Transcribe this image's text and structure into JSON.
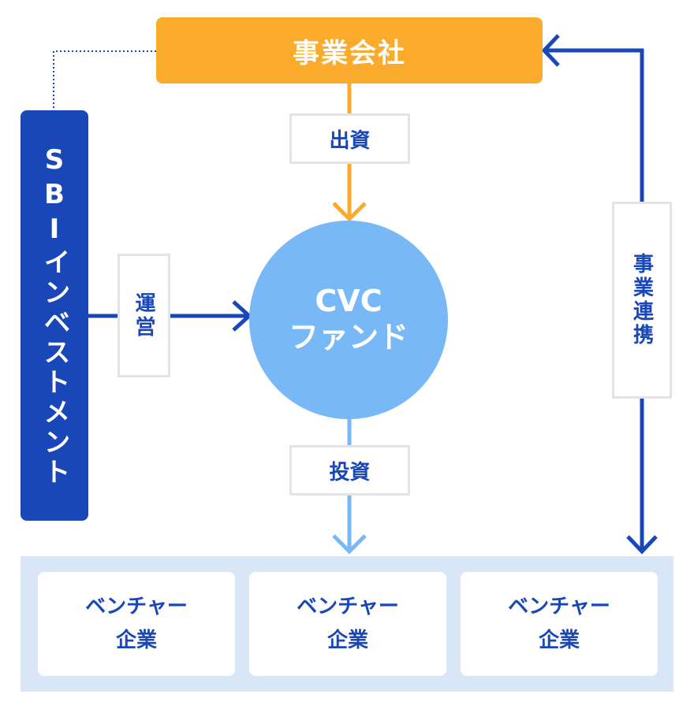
{
  "nodes": {
    "company": "事業会社",
    "operator": "SBIインベストメント",
    "fund_line1": "CVC",
    "fund_line2": "ファンド"
  },
  "edges": {
    "company_to_fund": "出資",
    "operator_to_fund": "運営",
    "fund_to_ventures": "投資",
    "company_ventures": "事業連携"
  },
  "ventures": [
    {
      "line1": "ベンチャー",
      "line2": "企業"
    },
    {
      "line1": "ベンチャー",
      "line2": "企業"
    },
    {
      "line1": "ベンチャー",
      "line2": "企業"
    }
  ],
  "colors": {
    "company": "#fbab2c",
    "operator": "#1a47b8",
    "fund": "#78b8f7",
    "venture_bg": "#d8e6f7",
    "label_border": "#e3e3e3"
  }
}
